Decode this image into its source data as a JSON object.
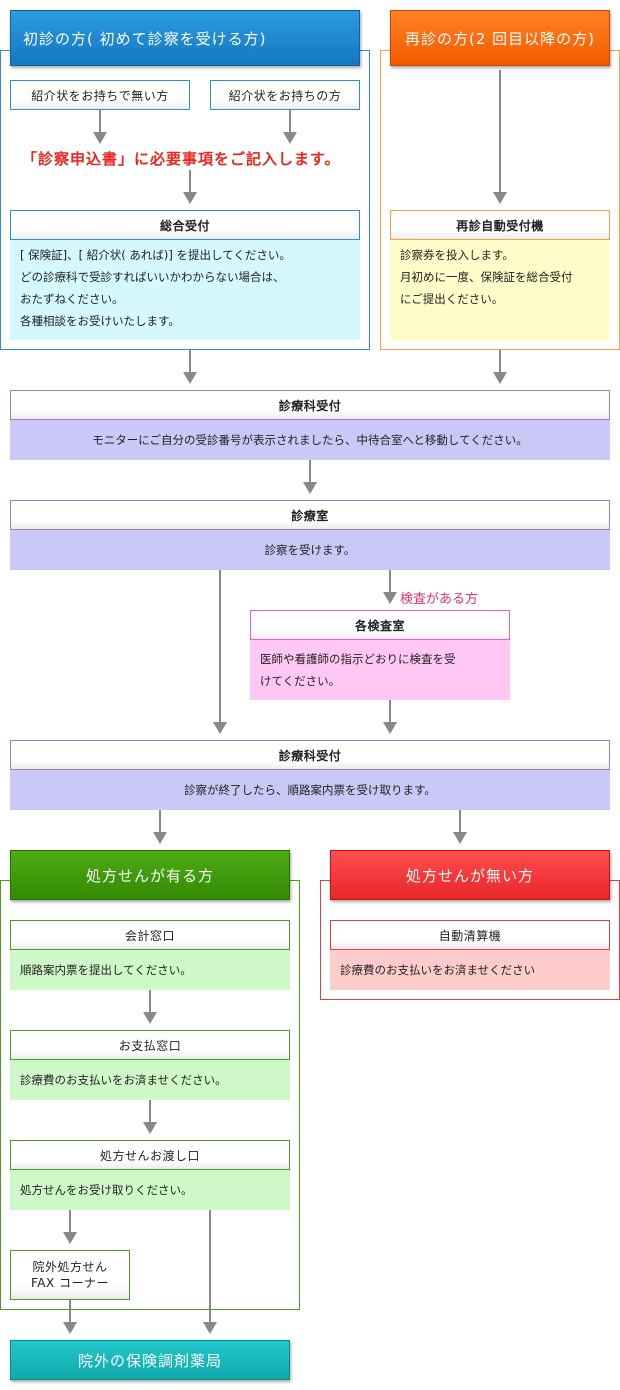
{
  "first_visit": {
    "header": "初診の方( 初めて診察を受ける方)",
    "no_referral": "紹介状をお持ちで無い方",
    "with_referral": "紹介状をお持ちの方",
    "fill_form": "「診察申込書」に必要事項をご記入します。",
    "reception_title": "総合受付",
    "reception_lines": [
      "[ 保険証]、[ 紹介状( あれば)] を提出してください。",
      "どの診療科で受診すればいいかわからない場合は、",
      "おたずねください。",
      "各種相談をお受けいたします。"
    ]
  },
  "revisit": {
    "header": "再診の方(2 回目以降の方)",
    "machine_title": "再診自動受付機",
    "machine_lines": [
      "診察券を投入します。",
      "月初めに一度、保険証を総合受付",
      "にご提出ください。"
    ]
  },
  "dept_reception_1": {
    "title": "診療科受付",
    "text": "モニターにご自分の受診番号が表示されましたら、中待合室へと移動してください。"
  },
  "exam_room": {
    "title": "診療室",
    "text": "診察を受けます。"
  },
  "tests": {
    "note": "検査がある方",
    "title": "各検査室",
    "lines": [
      "医師や看護師の指示どおりに検査を受",
      "けてください。"
    ]
  },
  "dept_reception_2": {
    "title": "診療科受付",
    "text": "診察が終了したら、順路案内票を受け取ります。"
  },
  "with_prescription": {
    "header": "処方せんが有る方",
    "cashier_title": "会計窓口",
    "cashier_text": "順路案内票を提出してください。",
    "payment_title": "お支払窓口",
    "payment_text": "診療費のお支払いをお済ませください。",
    "handover_title": "処方せんお渡し口",
    "handover_text": "処方せんをお受け取りください。",
    "fax_lines": [
      "院外処方せん",
      "FAX コーナー"
    ],
    "pharmacy": "院外の保険調剤薬局"
  },
  "without_prescription": {
    "header": "処方せんが無い方",
    "machine_title": "自動清算機",
    "machine_text": "診療費のお支払いをお済ませください"
  },
  "colors": {
    "blue": "#1b86cc",
    "orange": "#ff6a10",
    "purple": "#cac8f6",
    "pink": "#ffc8f4",
    "green": "#3e9b0c",
    "red": "#f23a3c",
    "teal": "#17b8bb",
    "arrow": "#888888"
  }
}
